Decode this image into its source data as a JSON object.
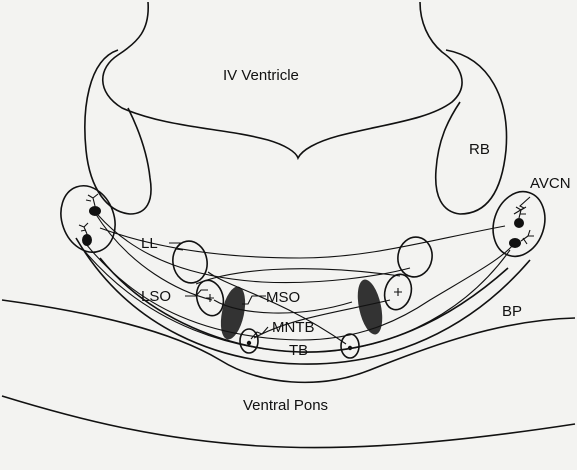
{
  "labels": {
    "iv_ventricle": "IV Ventricle",
    "rb": "RB",
    "avcn": "AVCN",
    "ll": "LL",
    "lso": "LSO",
    "mso": "MSO",
    "mntb": "MNTB",
    "tb": "TB",
    "bp": "BP",
    "ventral_pons": "Ventral Pons"
  },
  "colors": {
    "stroke": "#111111",
    "background": "#f3f3f1",
    "nucleus_fill": "#333333"
  }
}
